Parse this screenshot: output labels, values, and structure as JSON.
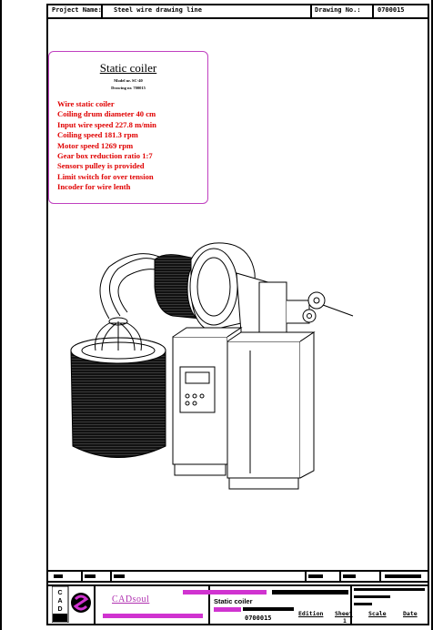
{
  "header": {
    "project_label": "Project Name:",
    "project_value": "Steel wire drawing line",
    "drawing_label": "Drawing No.:",
    "drawing_value": "0700015"
  },
  "note": {
    "title": "Static coiler",
    "model": "Model nr. SC-40",
    "drawing": "Drawing nr. 700015",
    "lines": [
      "Wire static coiler",
      "Coiling drum diameter 40 cm",
      "Input wire speed 227.8 m/min",
      "Coiling  speed 181.3  rpm",
      "Motor speed 1269 rpm",
      "Gear box reduction ratio 1:7",
      "Sensors pulley is provided",
      "Limit switch for over tension",
      "Incoder for wire lenth"
    ],
    "accent_color": "#e00000",
    "border_color": "#c040c0"
  },
  "title_block": {
    "brand": "CADsoul",
    "drawing_title": "Static coiler",
    "drawing_number": "0700015",
    "edition_label": "Edition",
    "sheet_label": "Sheet",
    "sheet_value": "1",
    "scale_label": "Scale",
    "date_label": "Date",
    "brand_color": "#b030b0"
  }
}
